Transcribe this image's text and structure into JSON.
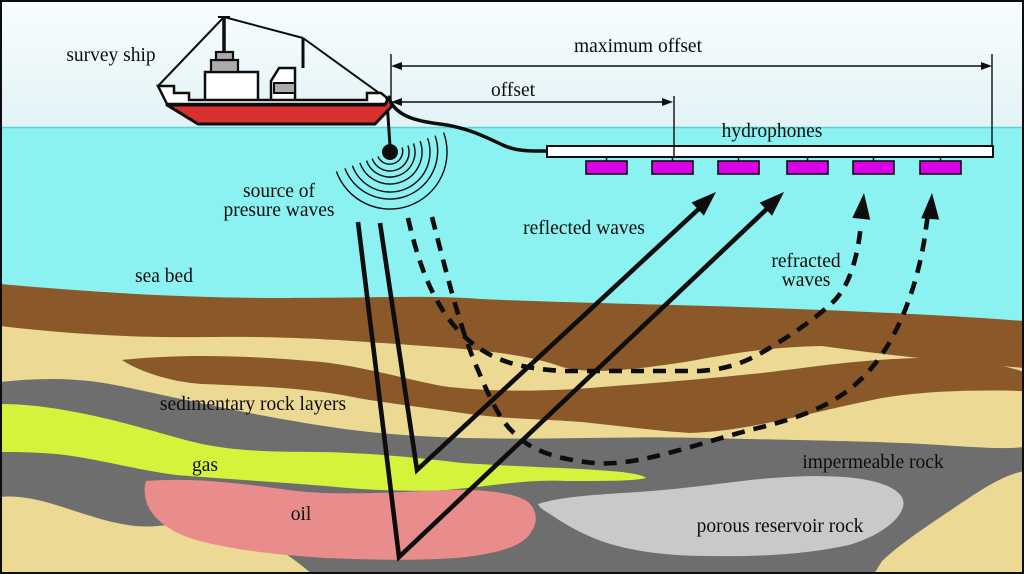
{
  "diagram": {
    "title": "marine seismic survey diagram",
    "labels": {
      "survey_ship": "survey ship",
      "maximum_offset": "maximum offset",
      "offset": "offset",
      "hydrophones": "hydrophones",
      "source_line1": "source of",
      "source_line2": "presure waves",
      "reflected_waves": "reflected waves",
      "refracted_line1": "refracted",
      "refracted_line2": "waves",
      "sea_bed": "sea bed",
      "sedimentary_rock_layers": "sedimentary rock layers",
      "gas": "gas",
      "oil": "oil",
      "impermeable_rock": "impermeable rock",
      "porous_reservoir_rock": "porous reservoir rock"
    },
    "hydrophone_count": 6,
    "colors": {
      "sky_top": "#f8fdfe",
      "sky_bottom": "#e2f3f6",
      "water": "#8bf1f1",
      "water_edge": "#5ad2d4",
      "seabed_brown": "#8a5829",
      "sand": "#ebd994",
      "impermeable_gray": "#6e6e6e",
      "gas_green": "#d3f43b",
      "oil_pink": "#e98c8c",
      "porous_gray": "#c9c9c9",
      "hydrophone_magenta": "#dc00e8",
      "streamer_white": "#ffffff",
      "ship_red": "#d93030",
      "ship_white": "#ffffff",
      "ship_gray": "#ababab",
      "ink": "#0d0d0d"
    }
  }
}
